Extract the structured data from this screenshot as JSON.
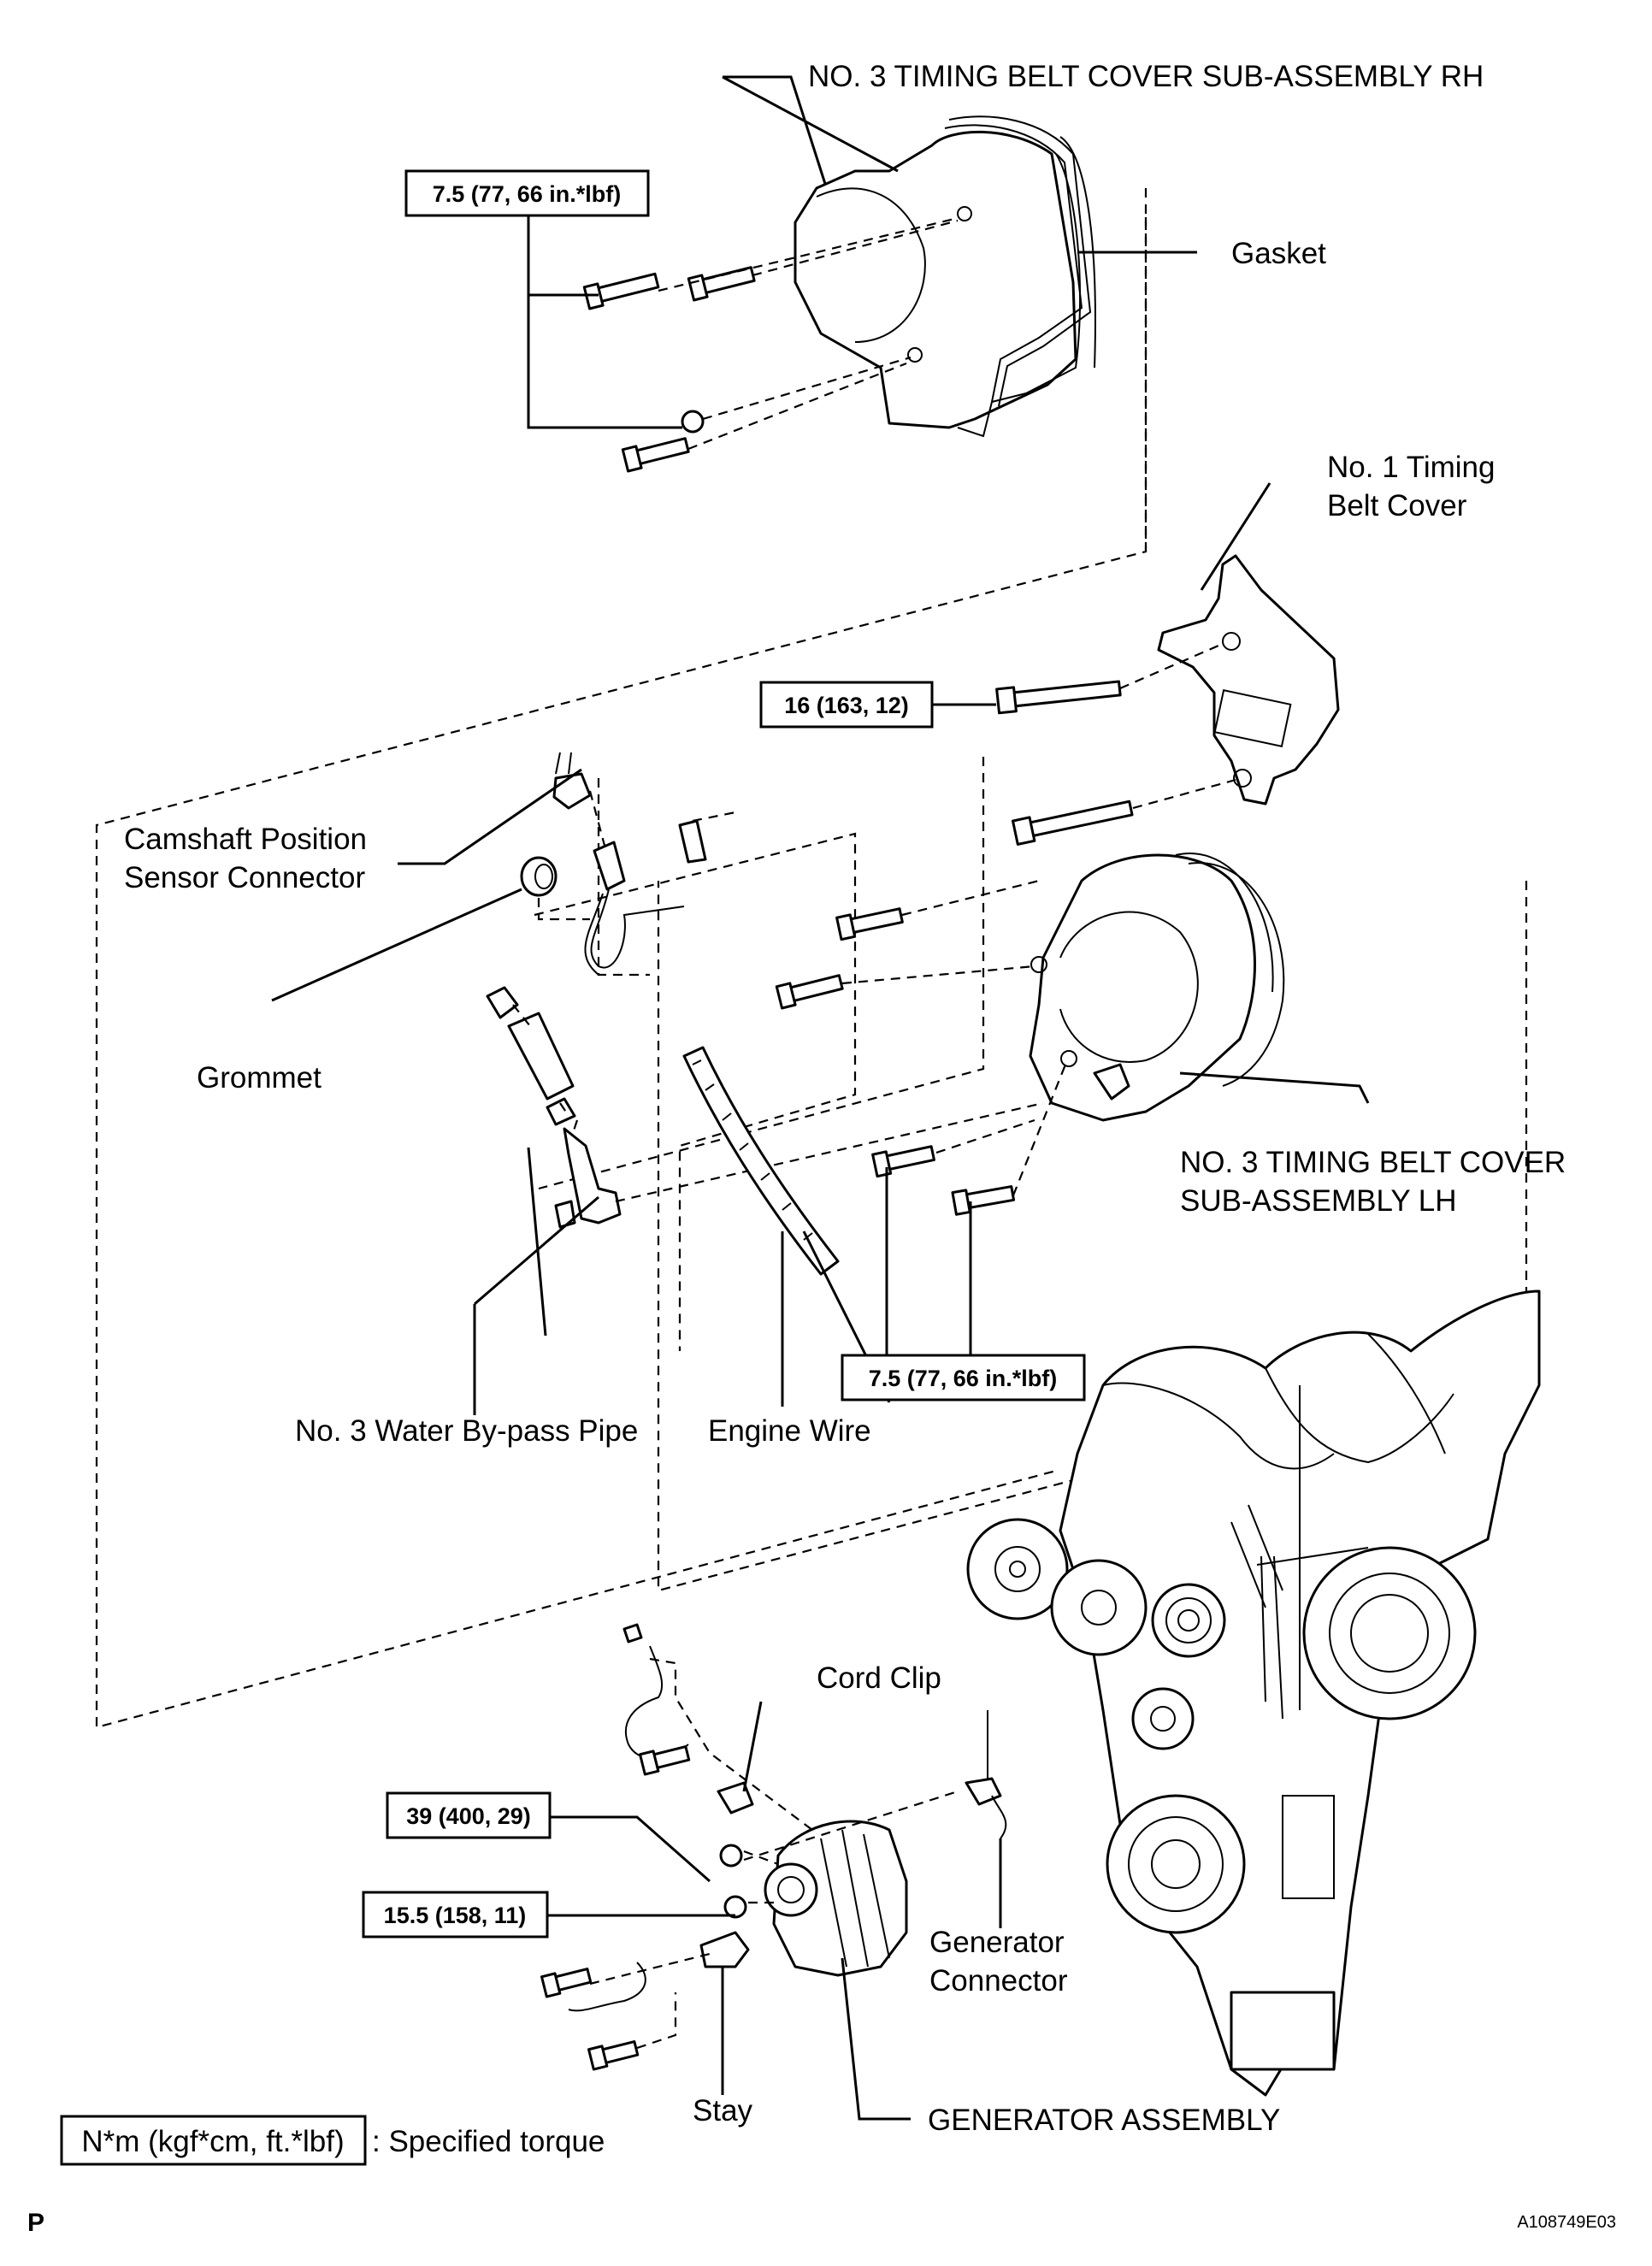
{
  "labels": {
    "cover_rh": "NO. 3 TIMING BELT COVER SUB-ASSEMBLY RH",
    "gasket": "Gasket",
    "no1_cover_line1": "No. 1 Timing",
    "no1_cover_line2": "Belt Cover",
    "cam_sensor_line1": "Camshaft Position",
    "cam_sensor_line2": "Sensor Connector",
    "grommet": "Grommet",
    "cover_lh_line1": "NO. 3 TIMING BELT COVER",
    "cover_lh_line2": "SUB-ASSEMBLY LH",
    "water_pipe": "No. 3 Water By-pass Pipe",
    "engine_wire": "Engine Wire",
    "cord_clip": "Cord Clip",
    "gen_connector_line1": "Generator",
    "gen_connector_line2": "Connector",
    "stay": "Stay",
    "generator": "GENERATOR ASSEMBLY"
  },
  "torques": {
    "rh_cover": "7.5 (77, 66 in.*lbf)",
    "no1_cover": "16 (163, 12)",
    "lh_cover": "7.5 (77, 66 in.*lbf)",
    "gen_upper": "39 (400, 29)",
    "gen_lower": "15.5 (158, 11)"
  },
  "legend": {
    "units": "N*m (kgf*cm, ft.*lbf)",
    "description": ": Specified torque"
  },
  "footer": {
    "code_left": "P",
    "figure_id": "A108749E03"
  }
}
